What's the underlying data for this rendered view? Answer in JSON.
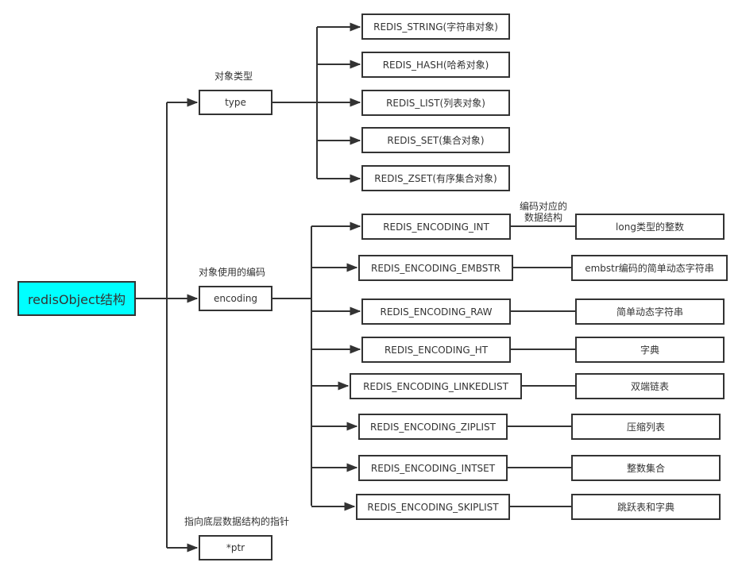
{
  "root": {
    "label": "redisObject结构",
    "fill_color": "#00ffff"
  },
  "fields": [
    {
      "name": "type",
      "caption": "对象类型"
    },
    {
      "name": "encoding",
      "caption": "对象使用的编码"
    },
    {
      "name": "*ptr",
      "caption": "指向底层数据结构的指针"
    }
  ],
  "types": [
    "REDIS_STRING(字符串对象)",
    "REDIS_HASH(哈希对象)",
    "REDIS_LIST(列表对象)",
    "REDIS_SET(集合对象)",
    "REDIS_ZSET(有序集合对象)"
  ],
  "encoding_link_caption": "编码对应的\n数据结构",
  "encodings": [
    {
      "name": "REDIS_ENCODING_INT",
      "structure": "long类型的整数"
    },
    {
      "name": "REDIS_ENCODING_EMBSTR",
      "structure": "embstr编码的简单动态字符串"
    },
    {
      "name": "REDIS_ENCODING_RAW",
      "structure": "简单动态字符串"
    },
    {
      "name": "REDIS_ENCODING_HT",
      "structure": "字典"
    },
    {
      "name": "REDIS_ENCODING_LINKEDLIST",
      "structure": "双端链表"
    },
    {
      "name": "REDIS_ENCODING_ZIPLIST",
      "structure": "压缩列表"
    },
    {
      "name": "REDIS_ENCODING_INTSET",
      "structure": "整数集合"
    },
    {
      "name": "REDIS_ENCODING_SKIPLIST",
      "structure": "跳跃表和字典"
    }
  ],
  "colors": {
    "line": "#333333",
    "border": "#333333",
    "background": "#ffffff"
  }
}
